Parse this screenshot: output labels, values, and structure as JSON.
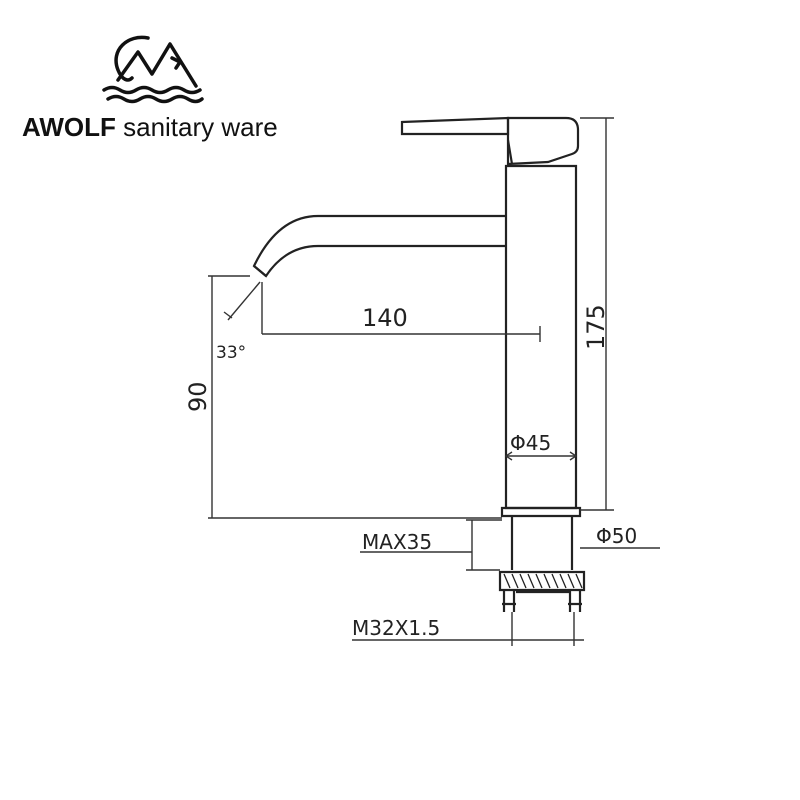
{
  "brand": {
    "name_bold": "AWOLF",
    "name_rest": "sanitary ware",
    "logo": "mountain-wave-logo"
  },
  "dimensions": {
    "spout_reach": "140",
    "total_height": "175",
    "spout_height": "90",
    "spout_angle": "33°",
    "body_diameter": "Φ45",
    "base_diameter": "Φ50",
    "max_thickness": "MAX35",
    "thread": "M32X1.5"
  },
  "colors": {
    "line": "#222222",
    "background": "#ffffff"
  }
}
